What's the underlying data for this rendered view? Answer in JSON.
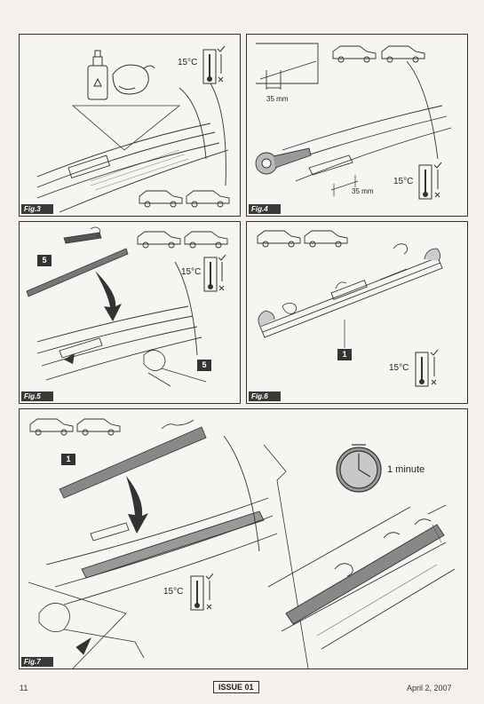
{
  "colors": {
    "line": "#333333",
    "label_bg": "#3a3a3a",
    "page": "#f4f1ec"
  },
  "icons": [
    "car-side-icon",
    "thermometer-icon",
    "check-icon",
    "cross-icon",
    "adhesive-tape-icon",
    "cleaner-bottle-icon",
    "cloth-hand-icon",
    "clock-icon"
  ],
  "figures": {
    "fig3": {
      "label": "Fig.3",
      "temperature": "15°C"
    },
    "fig4": {
      "label": "Fig.4",
      "temperature": "15°C",
      "dim_top": "35 mm",
      "dim_bottom": "35 mm"
    },
    "fig5": {
      "label": "Fig.5",
      "temperature": "15°C",
      "callout_a": "5",
      "callout_b": "5"
    },
    "fig6": {
      "label": "Fig.6",
      "temperature": "15°C",
      "callout": "1"
    },
    "fig7": {
      "label": "Fig.7",
      "temperature": "15°C",
      "callout": "1",
      "timer": "1 minute"
    }
  },
  "footer": {
    "page_number": "11",
    "issue": "ISSUE 01",
    "date": "April 2, 2007"
  }
}
